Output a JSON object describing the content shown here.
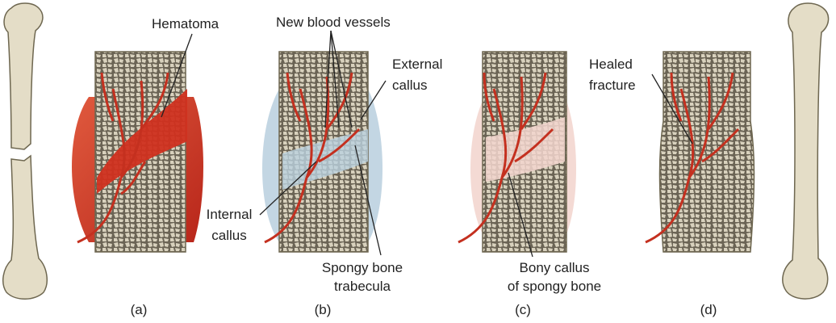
{
  "labels": {
    "hematoma": "Hematoma",
    "new_blood_vessels": "New blood vessels",
    "external_callus_1": "External",
    "external_callus_2": "callus",
    "internal_callus_1": "Internal",
    "internal_callus_2": "callus",
    "spongy_trabecula_1": "Spongy bone",
    "spongy_trabecula_2": "trabecula",
    "bony_callus_1": "Bony callus",
    "bony_callus_2": "of spongy bone",
    "healed_fracture_1": "Healed",
    "healed_fracture_2": "fracture"
  },
  "captions": [
    "(a)",
    "(b)",
    "(c)",
    "(d)"
  ],
  "colors": {
    "bone": "#e4ddc7",
    "bone_outline": "#6e6750",
    "spongy": "#cfc7b2",
    "vessel": "#c4301f",
    "hematoma": "#d0301f",
    "callus": "#bcd2e0",
    "label_line": "#222222"
  }
}
